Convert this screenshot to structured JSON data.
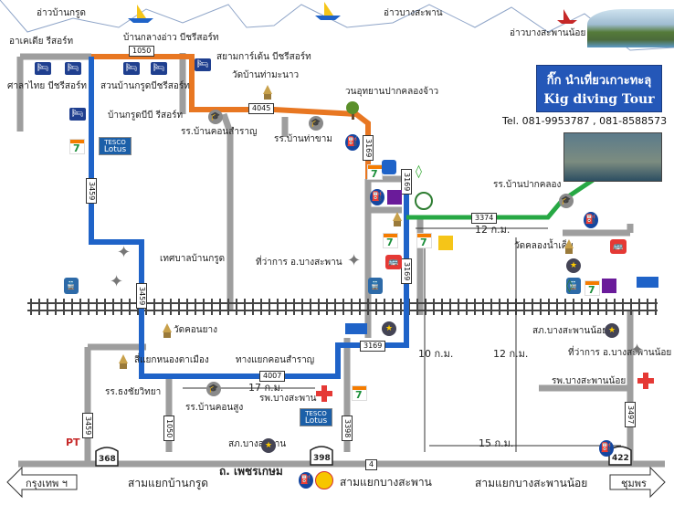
{
  "labels": {
    "ao_ban_krut": "อ่าวบ้านกรูด",
    "ao_bang_saphan": "อ่าวบางสะพาน",
    "ao_bang_saphan_noi": "อ่าวบางสะพานน้อย",
    "academy_resort": "อาเคเดีย รีสอร์ท",
    "ban_klang_ao": "บ้านกลางอ่าว บีชรีสอร์ท",
    "siam_garden": "สยามการ์เด้น บีชรีสอร์ท",
    "wat_ban_tha_manao": "วัดบ้านท่ามะนาว",
    "wanuthayan": "วนอุทยานปากคลองจ้าว",
    "sala_thai": "ศาลาไทย บีชรีสอร์ท",
    "suan_ban_krut": "สวนบ้านกรูดบีชรีสอร์ท",
    "ban_krut_bibi": "บ้านกรูดบีบี รีสอร์ท",
    "school_khon_samran": "รร.บ้านคอนสำราญ",
    "school_tha_kham": "รร.บ้านท่าขาม",
    "school_pak_khlong": "รร.บ้านปากคลอง",
    "tessaban_ban_krut": "เทศบาลบ้านกรูด",
    "district_office": "ที่ว่าการ อ.บางสะพาน",
    "wat_khlong_nam_khem": "วัดคลองน้ำเค็ม",
    "wat_khon_yang": "วัดคอนยาง",
    "intersection_nong_ta_mueang": "สี่แยกหนองตาเมือง",
    "khon_samran_junction": "ทางแยกคอนสำราญ",
    "school_thong_chai": "รร.ธงชัยวิทยา",
    "school_khon_sung": "รร.บ้านคอนสูง",
    "hospital_bang_saphan": "รพ.บางสะพาน",
    "police_bang_saphan": "สภ.บางสะพาน",
    "police_bang_saphan_noi": "สภ.บางสะพานน้อย",
    "district_office_noi": "ที่ว่าการ อ.บางสะพานน้อย",
    "hospital_bang_saphan_noi": "รพ.บางสะพานน้อย",
    "road_phetkasem": "ถ. เพชรเกษม",
    "junction_ban_krut": "สามแยกบ้านกรูด",
    "junction_bang_saphan": "สามแยกบางสะพาน",
    "junction_bang_saphan_noi": "สามแยกบางสะพานน้อย",
    "to_bangkok": "กรุงเทพ ฯ",
    "to_chumphon": "ชุมพร",
    "dist_17km": "17 ก.ม.",
    "dist_12km_top": "12 ก.ม.",
    "dist_10km": "10 ก.ม.",
    "dist_12km": "12 ก.ม.",
    "dist_15km": "15 ก.ม."
  },
  "roads": {
    "r1050_top": "1050",
    "r4045": "4045",
    "r3169_top": "3169",
    "r3169_mid": "3169",
    "r3169_low": "3169",
    "r3169_bottom": "3169",
    "r3374": "3374",
    "r3459_left": "3459",
    "r3459_mid": "3459",
    "r4007": "4007",
    "r1050_low": "1050",
    "r3459_low": "3459",
    "r3398": "3398",
    "r3497": "3497",
    "r4": "4"
  },
  "shields": {
    "s368": "368",
    "s398": "398",
    "s422": "422"
  },
  "business": {
    "name_th": "กิ๊ก นำเที่ยวเกาะทะลุ",
    "name_en": "Kig diving Tour",
    "tel": "Tel. 081-9953787 , 081-8588573"
  },
  "icons": {
    "lotus_top": "Lotus",
    "lotus_bottom": "Lotus",
    "tesco": "TESCO"
  },
  "colors": {
    "orange_route": "#e87722",
    "blue_route": "#1f63c8",
    "green_route": "#27a844",
    "road_gray": "#9e9e9e"
  }
}
